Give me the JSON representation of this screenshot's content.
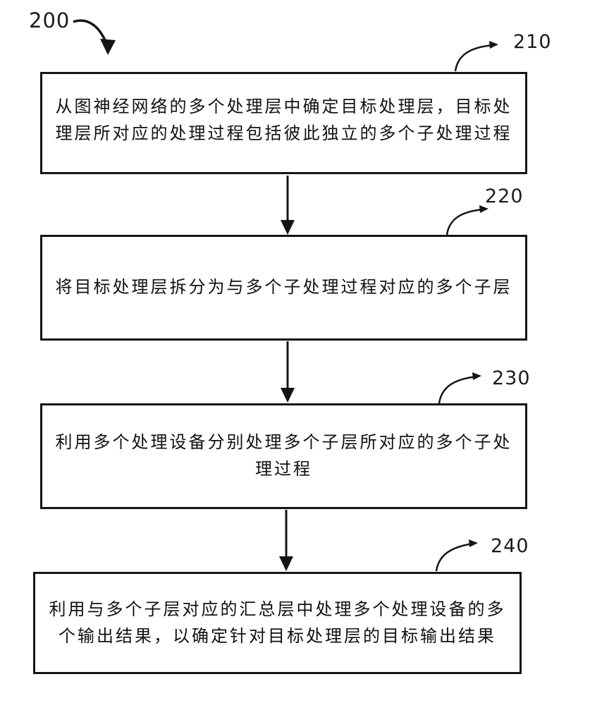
{
  "figure": {
    "diagram_label": "200",
    "steps": [
      {
        "ref": "210",
        "lines": [
          "从图神经网络的多个处理层中确定目标处理层，目标处",
          "理层所对应的处理过程包括彼此独立的多个子处理过程"
        ]
      },
      {
        "ref": "220",
        "lines": [
          "将目标处理层拆分为与多个子处理过程对应的多个子层"
        ]
      },
      {
        "ref": "230",
        "lines": [
          "利用多个处理设备分别处理多个子层所对应的多个子处",
          "理过程"
        ]
      },
      {
        "ref": "240",
        "lines": [
          "利用与多个子层对应的汇总层中处理多个处理设备的多",
          "个输出结果，以确定针对目标处理层的目标输出结果"
        ]
      }
    ],
    "colors": {
      "ink": "#151515",
      "background": "#ffffff"
    }
  }
}
